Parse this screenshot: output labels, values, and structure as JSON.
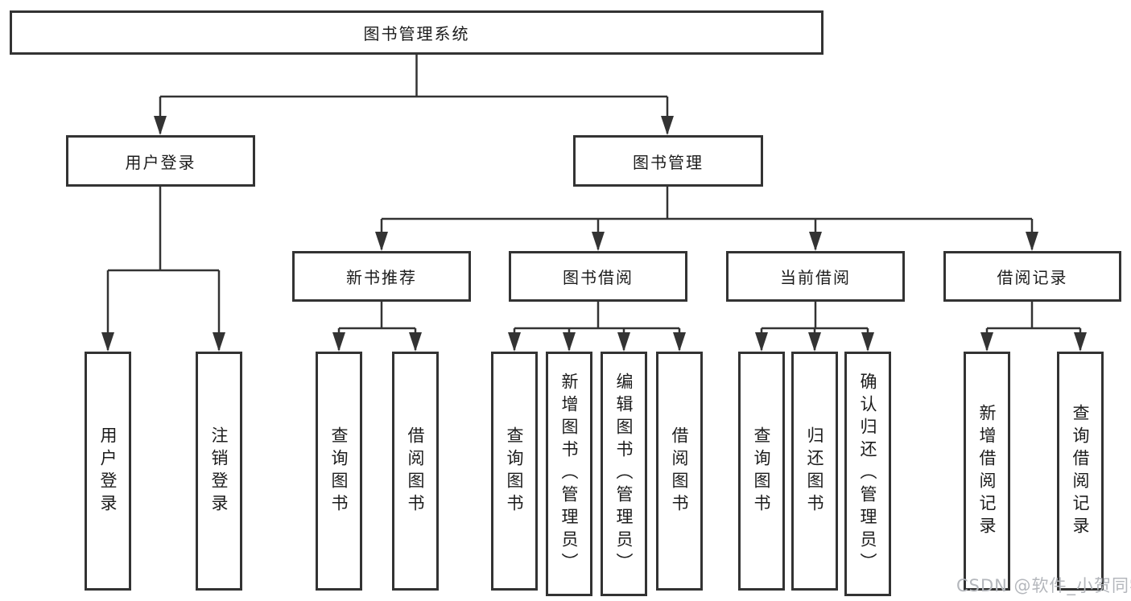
{
  "tree": {
    "label": "图书管理系统",
    "children": [
      {
        "label": "用户登录",
        "children": [
          {
            "label": "用户登录"
          },
          {
            "label": "注销登录"
          }
        ]
      },
      {
        "label": "图书管理",
        "children": [
          {
            "label": "新书推荐",
            "children": [
              {
                "label": "查询图书"
              },
              {
                "label": "借阅图书"
              }
            ]
          },
          {
            "label": "图书借阅",
            "children": [
              {
                "label": "查询图书"
              },
              {
                "label": "新增图书（管理员）"
              },
              {
                "label": "编辑图书（管理员）"
              },
              {
                "label": "借阅图书"
              }
            ]
          },
          {
            "label": "当前借阅",
            "children": [
              {
                "label": "查询图书"
              },
              {
                "label": "归还图书"
              },
              {
                "label": "确认归还（管理员）"
              }
            ]
          },
          {
            "label": "借阅记录",
            "children": [
              {
                "label": "新增借阅记录"
              },
              {
                "label": "查询借阅记录"
              }
            ]
          }
        ]
      }
    ]
  },
  "watermark": "CSDN @软件_小贺同学",
  "colors": {
    "line": "#333333",
    "box_border": "#333333",
    "text": "#1c1c1c",
    "watermark": "#b4b7bc",
    "background": "#ffffff"
  }
}
